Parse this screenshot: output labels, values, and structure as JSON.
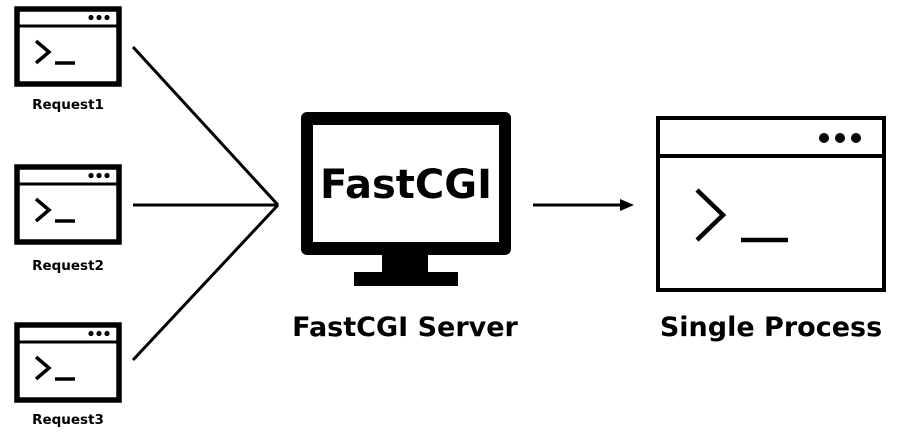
{
  "requests": [
    {
      "label": "Request1"
    },
    {
      "label": "Request2"
    },
    {
      "label": "Request3"
    }
  ],
  "server": {
    "screen_text": "FastCGI",
    "label": "FastCGI Server"
  },
  "process": {
    "label": "Single Process"
  }
}
